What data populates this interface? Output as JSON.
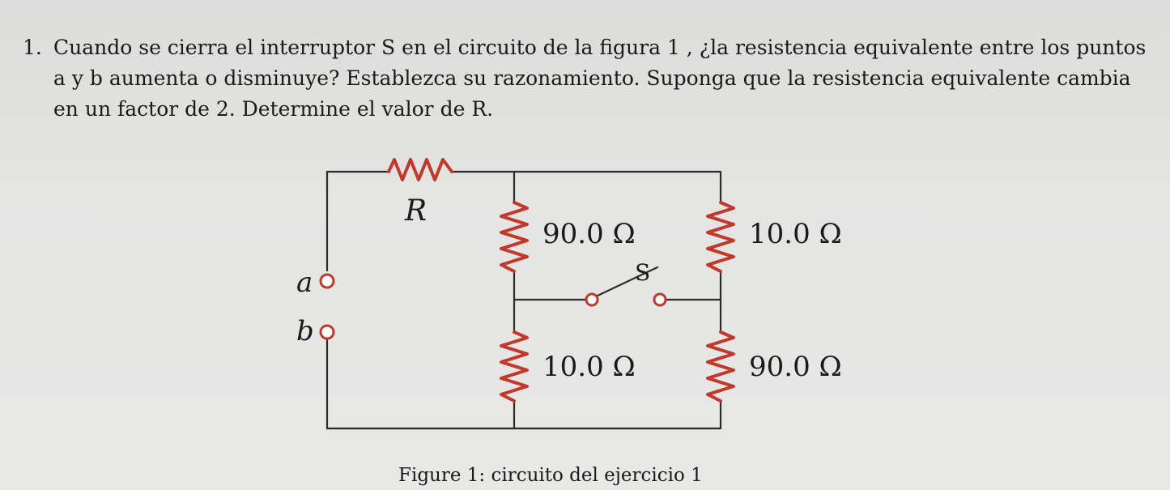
{
  "problem": {
    "number": "1.",
    "lines": [
      "Cuando se cierra el interruptor S en el circuito de la figura 1 , ¿la resistencia equivalente entre los puntos",
      "a y b aumenta o disminuye? Establezca su razonamiento. Suponga que la resistencia equivalente cambia",
      "en un factor de 2. Determine el valor de R."
    ]
  },
  "circuit": {
    "resistor_r_label": "R",
    "top_left_label": "90.0 Ω",
    "top_right_label": "10.0 Ω",
    "bottom_left_label": "10.0 Ω",
    "bottom_right_label": "90.0 Ω",
    "switch_label": "S",
    "terminal_a_label": "a",
    "terminal_b_label": "b",
    "wire_color": "#2b2b2b",
    "resistor_color": "#c0392b"
  },
  "caption": "Figure 1: circuito del ejercicio 1"
}
